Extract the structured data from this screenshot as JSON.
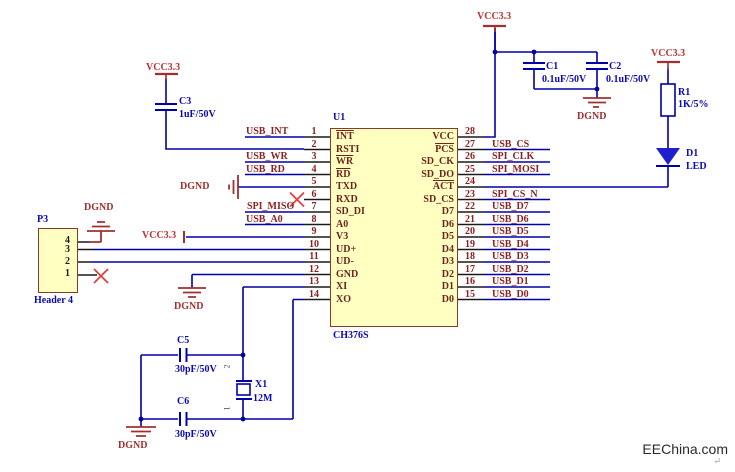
{
  "watermark": {
    "text": "EEChina.com",
    "glyph": "↵"
  },
  "power": {
    "vcc": "VCC3.3",
    "gnd": "DGND"
  },
  "chip": {
    "designator": "U1",
    "part": "CH376S",
    "left_pins": [
      {
        "num": "1",
        "name": "INT"
      },
      {
        "num": "2",
        "name": "RSTI"
      },
      {
        "num": "3",
        "name": "WR"
      },
      {
        "num": "4",
        "name": "RD"
      },
      {
        "num": "5",
        "name": "TXD"
      },
      {
        "num": "6",
        "name": "RXD"
      },
      {
        "num": "7",
        "name": "SD_DI"
      },
      {
        "num": "8",
        "name": "A0"
      },
      {
        "num": "9",
        "name": "V3"
      },
      {
        "num": "10",
        "name": "UD+"
      },
      {
        "num": "11",
        "name": "UD-"
      },
      {
        "num": "12",
        "name": "GND"
      },
      {
        "num": "13",
        "name": "XI"
      },
      {
        "num": "14",
        "name": "XO"
      }
    ],
    "right_pins": [
      {
        "num": "28",
        "name": "VCC"
      },
      {
        "num": "27",
        "name": "PCS"
      },
      {
        "num": "26",
        "name": "SD_CK"
      },
      {
        "num": "25",
        "name": "SD_DO"
      },
      {
        "num": "24",
        "name": "ACT"
      },
      {
        "num": "23",
        "name": "SD_CS"
      },
      {
        "num": "22",
        "name": "D7"
      },
      {
        "num": "21",
        "name": "D6"
      },
      {
        "num": "20",
        "name": "D5"
      },
      {
        "num": "19",
        "name": "D4"
      },
      {
        "num": "18",
        "name": "D3"
      },
      {
        "num": "17",
        "name": "D2"
      },
      {
        "num": "16",
        "name": "D1"
      },
      {
        "num": "15",
        "name": "D0"
      }
    ]
  },
  "header": {
    "designator": "P3",
    "part": "Header 4",
    "pins": [
      "4",
      "3",
      "2",
      "1"
    ]
  },
  "nets": {
    "usb_int": "USB_INT",
    "usb_wr": "USB_WR",
    "usb_rd": "USB_RD",
    "spi_miso": "SPI_MISO",
    "usb_a0": "USB_A0",
    "usb_cs": "USB_CS",
    "spi_clk": "SPI_CLK",
    "spi_mosi": "SPI_MOSI",
    "spi_cs_n": "SPI_CS_N",
    "usb_d7": "USB_D7",
    "usb_d6": "USB_D6",
    "usb_d5": "USB_D5",
    "usb_d4": "USB_D4",
    "usb_d3": "USB_D3",
    "usb_d2": "USB_D2",
    "usb_d1": "USB_D1",
    "usb_d0": "USB_D0"
  },
  "components": {
    "c1": {
      "ref": "C1",
      "value": "0.1uF/50V"
    },
    "c2": {
      "ref": "C2",
      "value": "0.1uF/50V"
    },
    "c3": {
      "ref": "C3",
      "value": "1uF/50V"
    },
    "c5": {
      "ref": "C5",
      "value": "30pF/50V"
    },
    "c6": {
      "ref": "C6",
      "value": "30pF/50V"
    },
    "r1": {
      "ref": "R1",
      "value": "1K/5%"
    },
    "x1": {
      "ref": "X1",
      "value": "12M",
      "pin_top": "2",
      "pin_bottom": "1"
    },
    "d1": {
      "ref": "D1",
      "value": "LED"
    }
  },
  "colors": {
    "wire": "#0000A8",
    "symbol_red": "#A03030",
    "chip_fill": "#FFFFC2",
    "chip_border": "#8B3A2A"
  }
}
